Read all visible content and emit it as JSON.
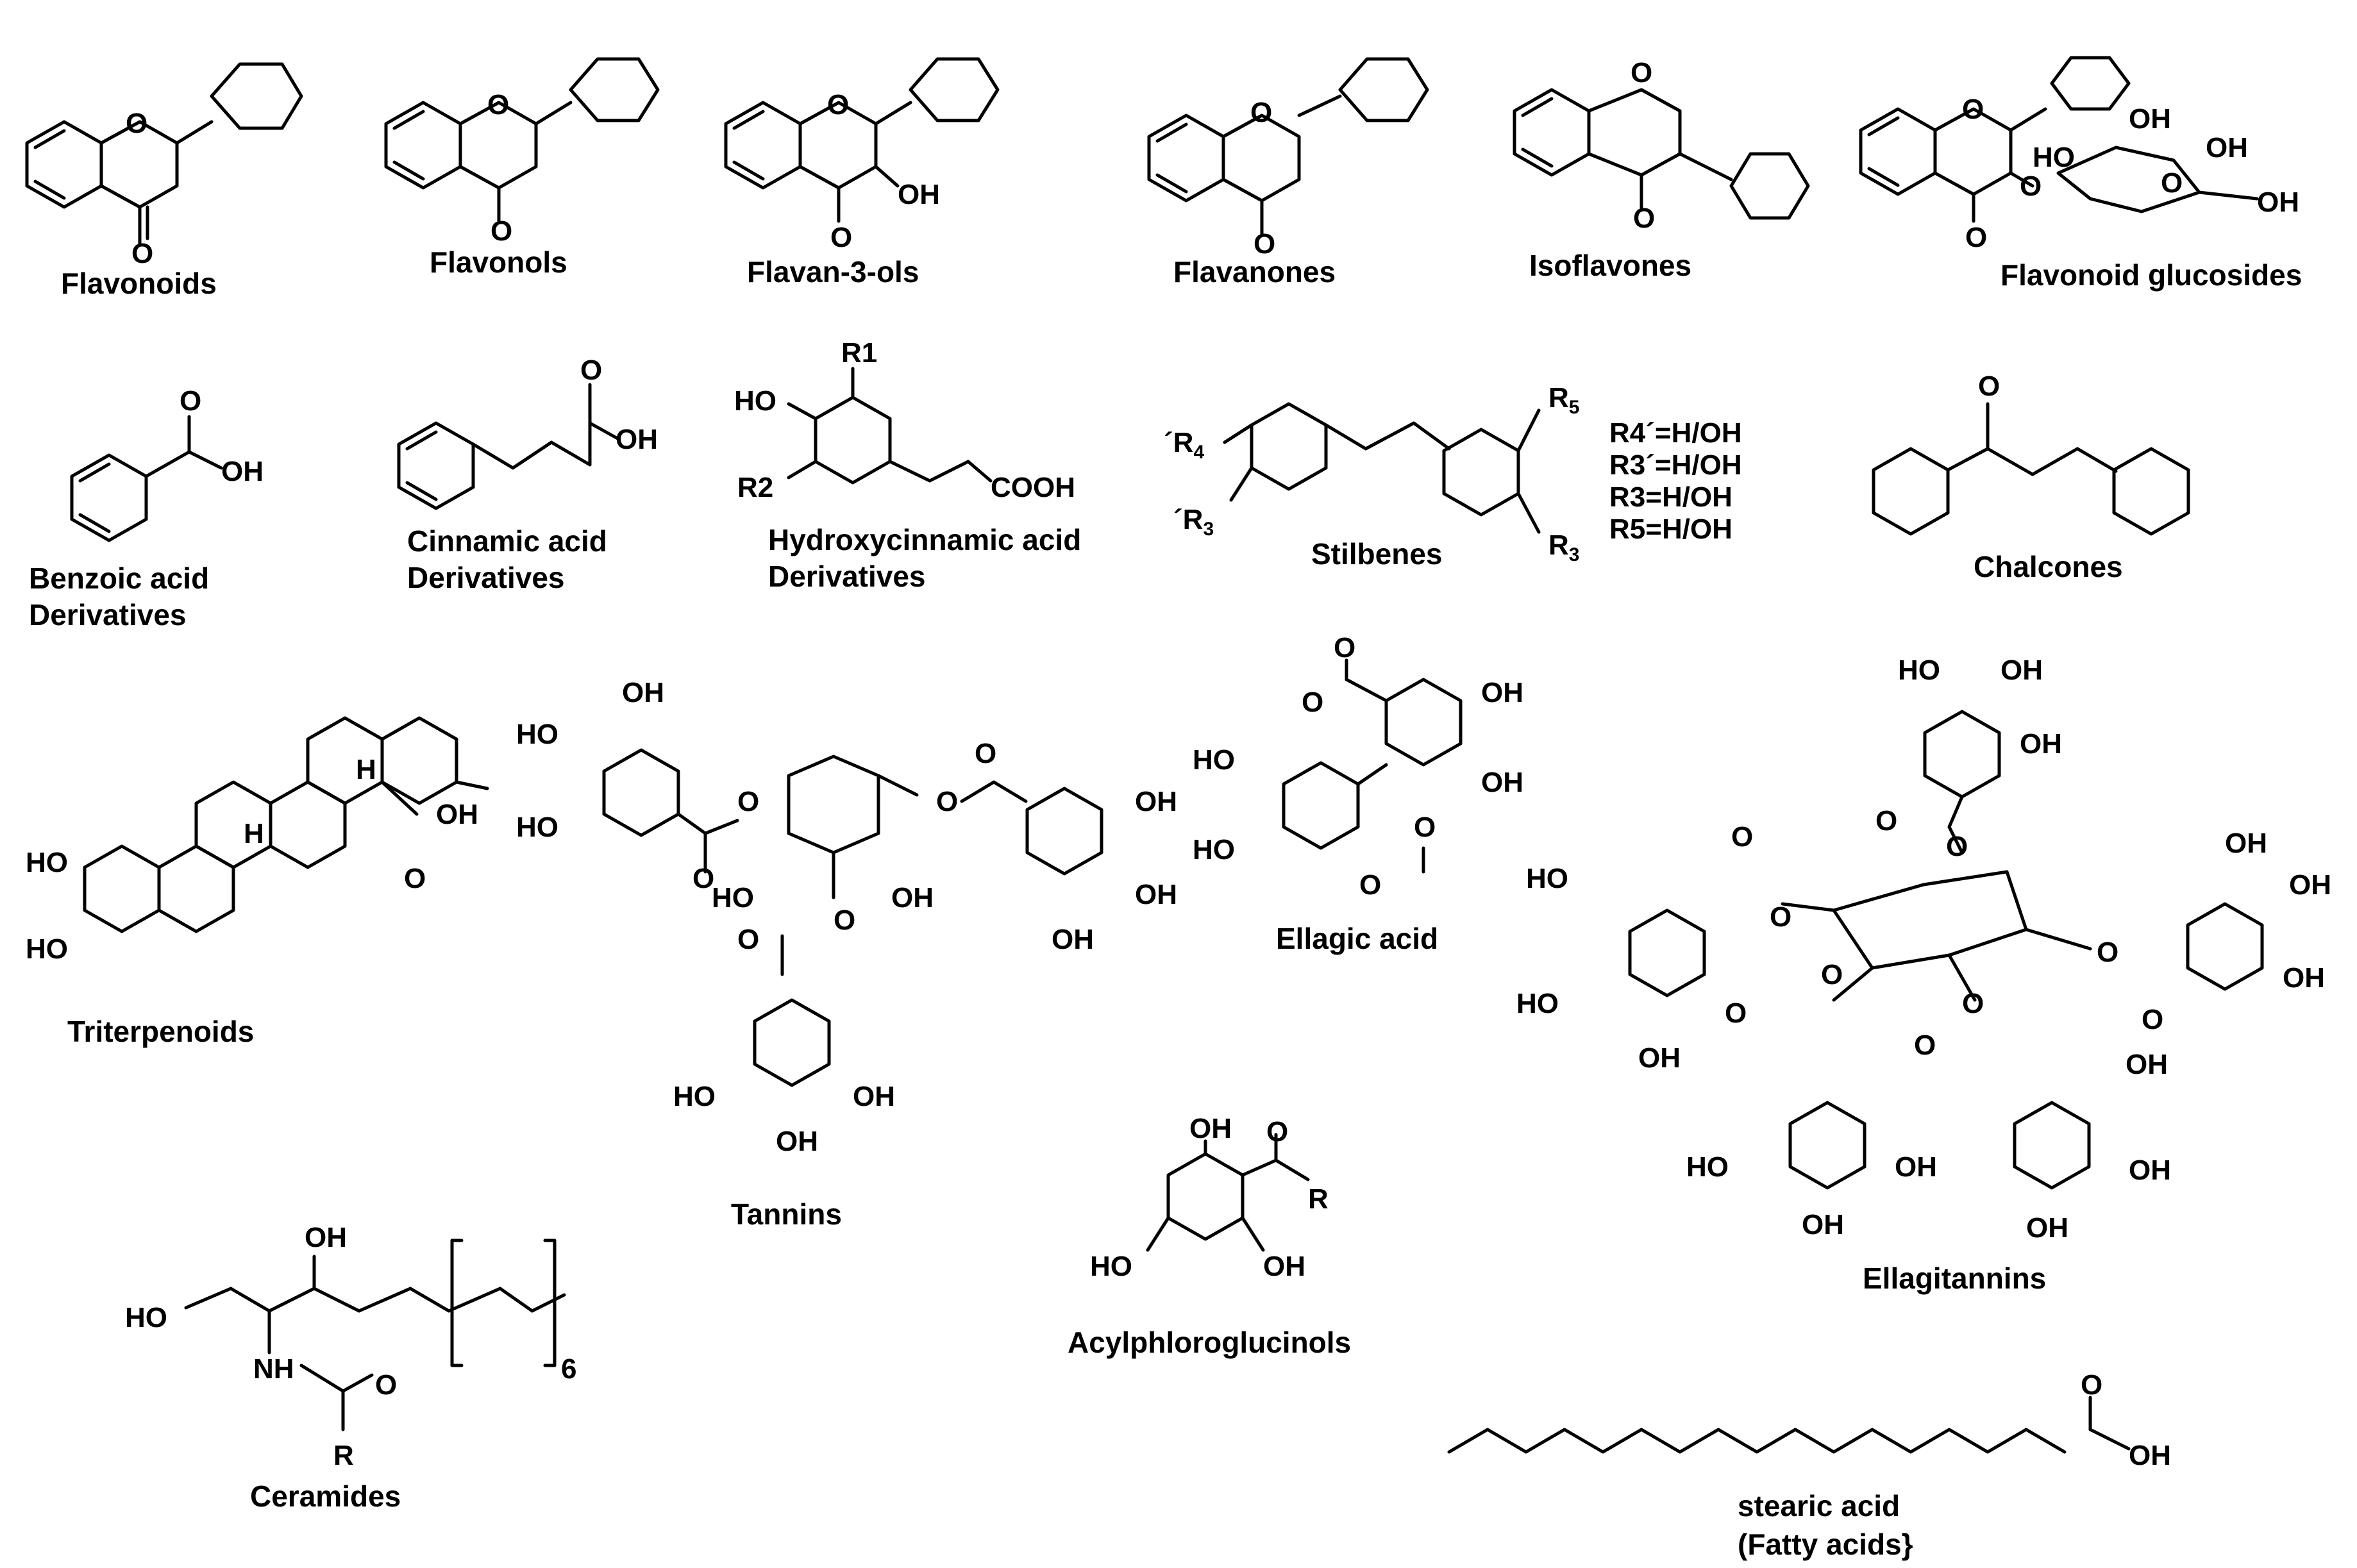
{
  "figure": {
    "compounds": [
      {
        "id": "flavonoids",
        "label": "Flavonoids"
      },
      {
        "id": "flavonols",
        "label": "Flavonols"
      },
      {
        "id": "flavan3ols",
        "label": "Flavan-3-ols"
      },
      {
        "id": "flavanones",
        "label": "Flavanones"
      },
      {
        "id": "isoflavones",
        "label": "Isoflavones"
      },
      {
        "id": "flavonoid_glucosides",
        "label": "Flavonoid glucosides"
      },
      {
        "id": "benzoic",
        "label_line1": "Benzoic acid",
        "label_line2": "Derivatives"
      },
      {
        "id": "cinnamic",
        "label_line1": "Cinnamic acid",
        "label_line2": "Derivatives"
      },
      {
        "id": "hydroxycinnamic",
        "label_line1": "Hydroxycinnamic acid",
        "label_line2": "Derivatives"
      },
      {
        "id": "stilbenes",
        "label": "Stilbenes",
        "substituents": [
          "R4´=H/OH",
          "R3´=H/OH",
          "R3=H/OH",
          "R5=H/OH"
        ]
      },
      {
        "id": "chalcones",
        "label": "Chalcones"
      },
      {
        "id": "triterpenoids",
        "label": "Triterpenoids"
      },
      {
        "id": "tannins",
        "label": "Tannins"
      },
      {
        "id": "ellagic",
        "label": "Ellagic acid"
      },
      {
        "id": "ellagitannins",
        "label": "Ellagitannins"
      },
      {
        "id": "acylphloroglucinols",
        "label": "Acylphloroglucinols"
      },
      {
        "id": "ceramides",
        "label": "Ceramides",
        "repeat_count": "6"
      },
      {
        "id": "stearic",
        "label_line1": "stearic acid",
        "label_line2": "(Fatty acids}"
      }
    ],
    "atoms": {
      "O": "O",
      "OH": "OH",
      "HO": "HO",
      "H": "H",
      "COOH": "COOH",
      "NH": "NH",
      "R": "R",
      "R1": "R1",
      "R2": "R2"
    }
  }
}
